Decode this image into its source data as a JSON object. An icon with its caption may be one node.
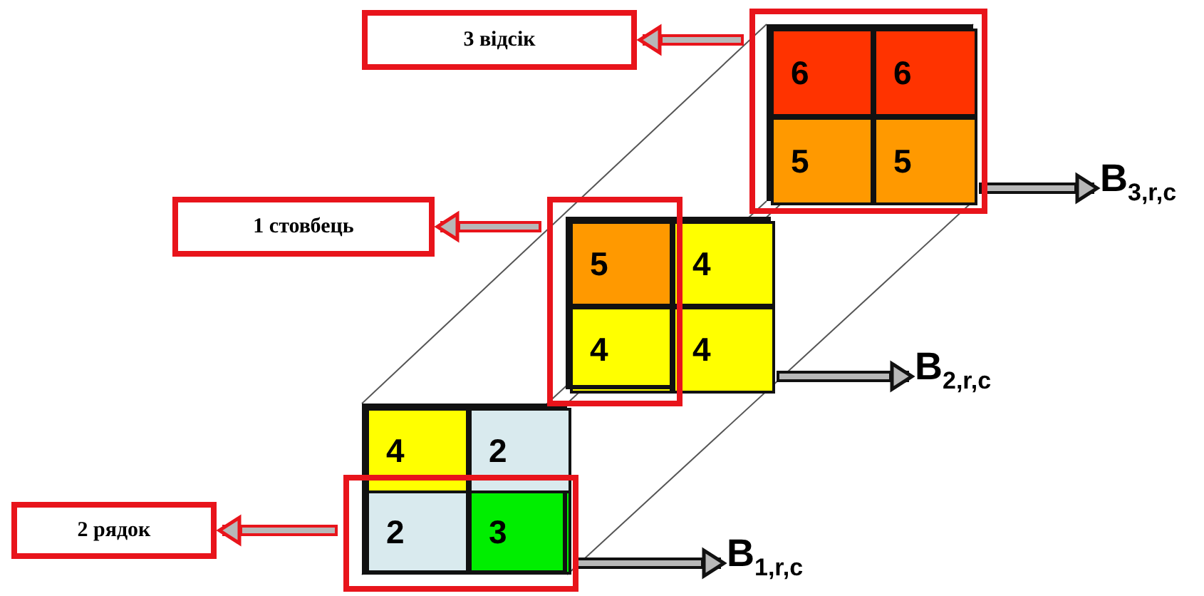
{
  "diagram": {
    "nodes": [
      {
        "text": [
          "3 відсік"
        ]
      },
      {
        "text": [],
        "shape": "box"
      },
      {
        "text": [],
        "shape": "box",
        "in": 1
      },
      {
        "text": [
          "6"
        ],
        "in": 2
      },
      {
        "text": [
          "6"
        ],
        "in": 2
      },
      {
        "text": [
          "5"
        ],
        "in": 2
      },
      {
        "text": [
          "5"
        ],
        "in": 2
      },
      {
        "text": [
          "B$_{3,r,c}$"
        ]
      },
      {
        "text": [
          "1 стовбець"
        ]
      },
      {
        "text": [],
        "shape": "box"
      },
      {
        "text": [],
        "shape": "box"
      },
      {
        "text": [
          "5"
        ]
      },
      {
        "text": [
          "4"
        ],
        "in": 10
      },
      {
        "text": [
          "4"
        ]
      },
      {
        "text": [
          "4"
        ],
        "in": 10
      },
      {
        "text": [
          "B$_{2,r,c}$"
        ]
      },
      {
        "text": [],
        "shape": "box"
      },
      {
        "text": [
          "4"
        ],
        "in": 16
      },
      {
        "text": [
          "2"
        ],
        "in": 16
      },
      {
        "text": [
          "2"
        ]
      },
      {
        "text": [
          "3"
        ]
      },
      {
        "text": [],
        "shape": "box"
      },
      {
        "text": [
          "2 рядок"
        ]
      },
      {
        "text": [
          "B$_{1,r,c}$"
        ]
      }
    ],
    "edges": [
      {
        "from": 1,
        "to": 0,
        "arrow": "to",
        "color": "#e8141b"
      },
      {
        "from": 2,
        "to": 7,
        "arrow": "to",
        "color": "#111111"
      },
      {
        "from": 9,
        "to": 8,
        "arrow": "to",
        "color": "#e8141b"
      },
      {
        "from": 10,
        "to": 15,
        "arrow": "to",
        "color": "#111111"
      },
      {
        "from": 21,
        "to": 22,
        "arrow": "to",
        "color": "#e8141b"
      },
      {
        "from": 16,
        "to": 23,
        "arrow": "to",
        "color": "#111111"
      }
    ]
  }
}
